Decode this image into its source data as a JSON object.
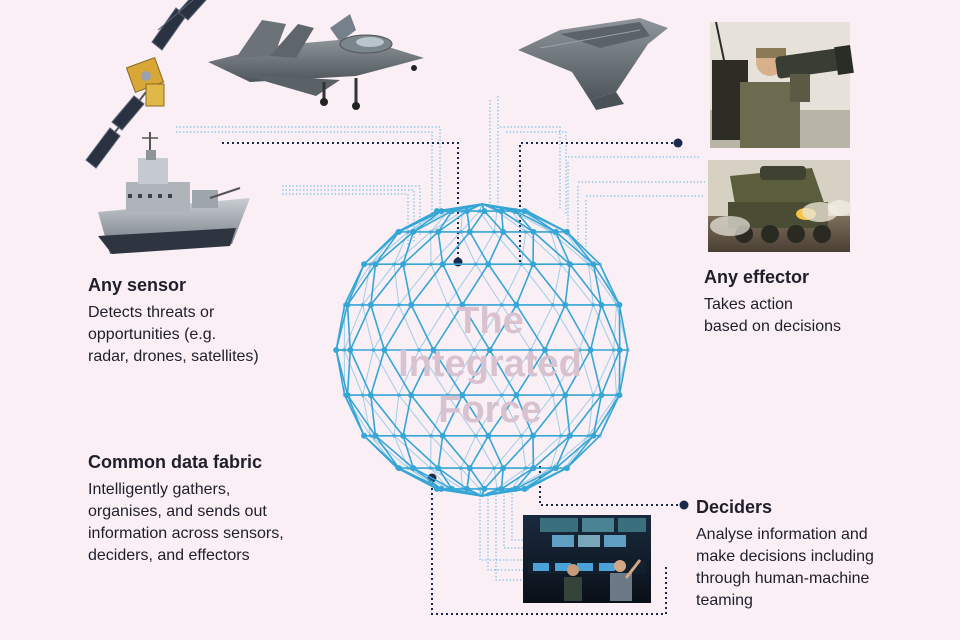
{
  "center_label": [
    "The",
    "Integrated",
    "Force"
  ],
  "sensor": {
    "title": "Any sensor",
    "lines": [
      "Detects threats or",
      "opportunities (e.g.",
      "radar, drones, satellites)"
    ]
  },
  "effector": {
    "title": "Any effector",
    "lines": [
      "Takes action",
      "based on decisions"
    ]
  },
  "fabric": {
    "title": "Common data fabric",
    "lines": [
      "Intelligently gathers,",
      "organises, and sends out",
      "information across sensors,",
      "deciders, and effectors"
    ]
  },
  "deciders": {
    "title": "Deciders",
    "lines": [
      "Analyse information and",
      "make decisions including",
      "through human-machine",
      "teaming"
    ]
  },
  "colors": {
    "background": "#f9eff5",
    "mesh": "#35a6d6",
    "connector": "#1b2a4a",
    "center_text": "#d9c2cf",
    "body_text": "#1f1f2b"
  },
  "icons": {
    "satellite": "satellite-image",
    "fighter_jet": "fighter-jet-image",
    "drone": "stealth-drone-image",
    "soldier": "soldier-missile-image",
    "warship": "warship-image",
    "rocket_launcher": "rocket-launcher-image",
    "control_room": "control-room-image"
  }
}
